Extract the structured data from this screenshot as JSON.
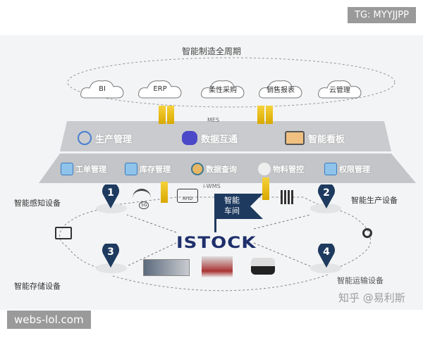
{
  "title": "智能制造全周期",
  "clouds": [
    "BI",
    "ERP",
    "柔性采购",
    "销售报表",
    "云管理"
  ],
  "mes_label": "MES",
  "wms_label": "i-WMS",
  "mes_modules": [
    "生产管理",
    "数据互通",
    "智能看板"
  ],
  "wms_modules": [
    "工单管理",
    "库存管理",
    "数据查询",
    "物料管控",
    "权限管理"
  ],
  "nodes": [
    {
      "number": "1",
      "label": "智能感知设备"
    },
    {
      "number": "2",
      "label": "智能生产设备"
    },
    {
      "number": "3",
      "label": "智能存储设备"
    },
    {
      "number": "4",
      "label": "智能运输设备"
    }
  ],
  "flag": {
    "line1": "智能",
    "line2": "车间"
  },
  "logo": "ISTOCK",
  "rfid_label": "RFID",
  "g5_label": "5G",
  "watermark": "知乎 @易利斯",
  "overlay_top": "TG: MYYJJPP",
  "overlay_bottom": "webs-lol.com",
  "colors": {
    "pin": "#1e3a5f",
    "platform": "#c4c6c9",
    "arrow": "#e8c21a",
    "logo": "#1e2f6b"
  }
}
